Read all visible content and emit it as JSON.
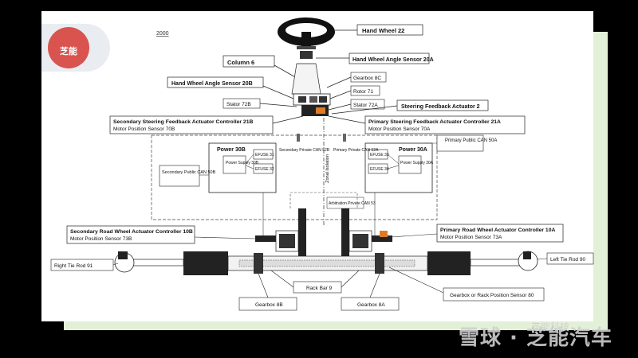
{
  "figure_number": "2000",
  "logo_text": "芝能",
  "labels": {
    "hand_wheel": "Hand Wheel 22",
    "hand_wheel_angle_sensor_a": "Hand Wheel Angle Sensor 20A",
    "column": "Column 6",
    "gearbox_8c": "Gearbox 8C",
    "hand_wheel_angle_sensor_b": "Hand Wheel Angle Sensor 20B",
    "rotor": "Rotor 71",
    "stator_72b": "Stator 72B",
    "stator_72a": "Stator 72A",
    "sfa": "Steering Feedback Actuator 2",
    "sec_sfa_ctrl": "Secondary Steering Feedback Actuator Controller 21B",
    "sec_sfa_motor": "Motor Position Sensor 70B",
    "pri_sfa_ctrl": "Primary Steering Feedback Actuator Controller 21A",
    "pri_sfa_motor": "Motor Position Sensor 70A",
    "primary_public_can": "Primary Public CAN 50A",
    "power_30b": "Power 30B",
    "power_30a": "Power 30A",
    "power_supply_30b": "Power Supply 30B",
    "power_supply_30a": "Power Supply 30A",
    "efuse_31": "EFUSE 31",
    "efuse_32": "EFUSE 32",
    "efuse_33": "EFUSE 33",
    "efuse_34": "EFUSE 34",
    "sec_private_can": "Secondary Private CAN 52B",
    "pri_private_can": "Primary Private CAN 52A",
    "sec_public_can": "Secondary Public CAN 50B",
    "arb_private_can": "Arbitration Private CAN 53",
    "zonal_isolation": "Zonal Isolation",
    "sec_rwa_ctrl": "Secondary Road Wheel Actuator Controller 10B",
    "sec_rwa_motor": "Motor Position Sensor 73B",
    "pri_rwa_ctrl": "Primary Road Wheel Actuator Controller 10A",
    "pri_rwa_motor": "Motor Position Sensor 73A",
    "right_tie_rod": "Right Tie Rod 91",
    "left_tie_rod": "Left Tie Rod 90",
    "rack_bar": "Rack Bar 9",
    "gearbox_8b": "Gearbox 8B",
    "gearbox_8a": "Gearbox 8A",
    "gearbox_rack_sensor": "Gearbox or Rack Position Sensor 80"
  },
  "watermark": "雪球 · 芝能汽车",
  "watermark_small": "芝能科技"
}
